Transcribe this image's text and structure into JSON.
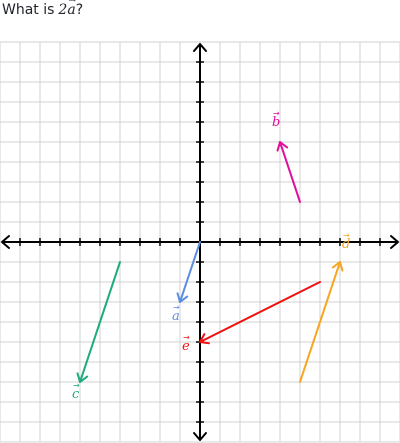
{
  "question": {
    "prefix": "What is",
    "coefficient": "2",
    "vector_symbol": "a",
    "arrow": "⃗",
    "suffix": "?"
  },
  "graph": {
    "x_range": [
      -10,
      10
    ],
    "y_range": [
      -10,
      10
    ],
    "grid_step": 1,
    "grid_color": "#d0d0d0",
    "axis_color": "#000000"
  },
  "vectors": [
    {
      "name": "a",
      "color": "#5b8ee0",
      "from": [
        0,
        0
      ],
      "to": [
        -1,
        -3
      ],
      "label_at": [
        -1.4,
        -3.9
      ]
    },
    {
      "name": "b",
      "color": "#e0119d",
      "from": [
        5,
        2
      ],
      "to": [
        4,
        5
      ],
      "label_at": [
        3.6,
        5.8
      ]
    },
    {
      "name": "c",
      "color": "#1fab80",
      "from": [
        -4,
        -1
      ],
      "to": [
        -6,
        -7
      ],
      "label_at": [
        -6.4,
        -7.8
      ]
    },
    {
      "name": "d",
      "color": "#f5a623",
      "from": [
        5,
        -7
      ],
      "to": [
        7,
        -1
      ],
      "label_at": [
        7.1,
        -0.3
      ]
    },
    {
      "name": "e",
      "color": "#ee1111",
      "from": [
        6,
        -2
      ],
      "to": [
        0,
        -5
      ],
      "label_at": [
        -0.9,
        -5.4
      ]
    }
  ]
}
